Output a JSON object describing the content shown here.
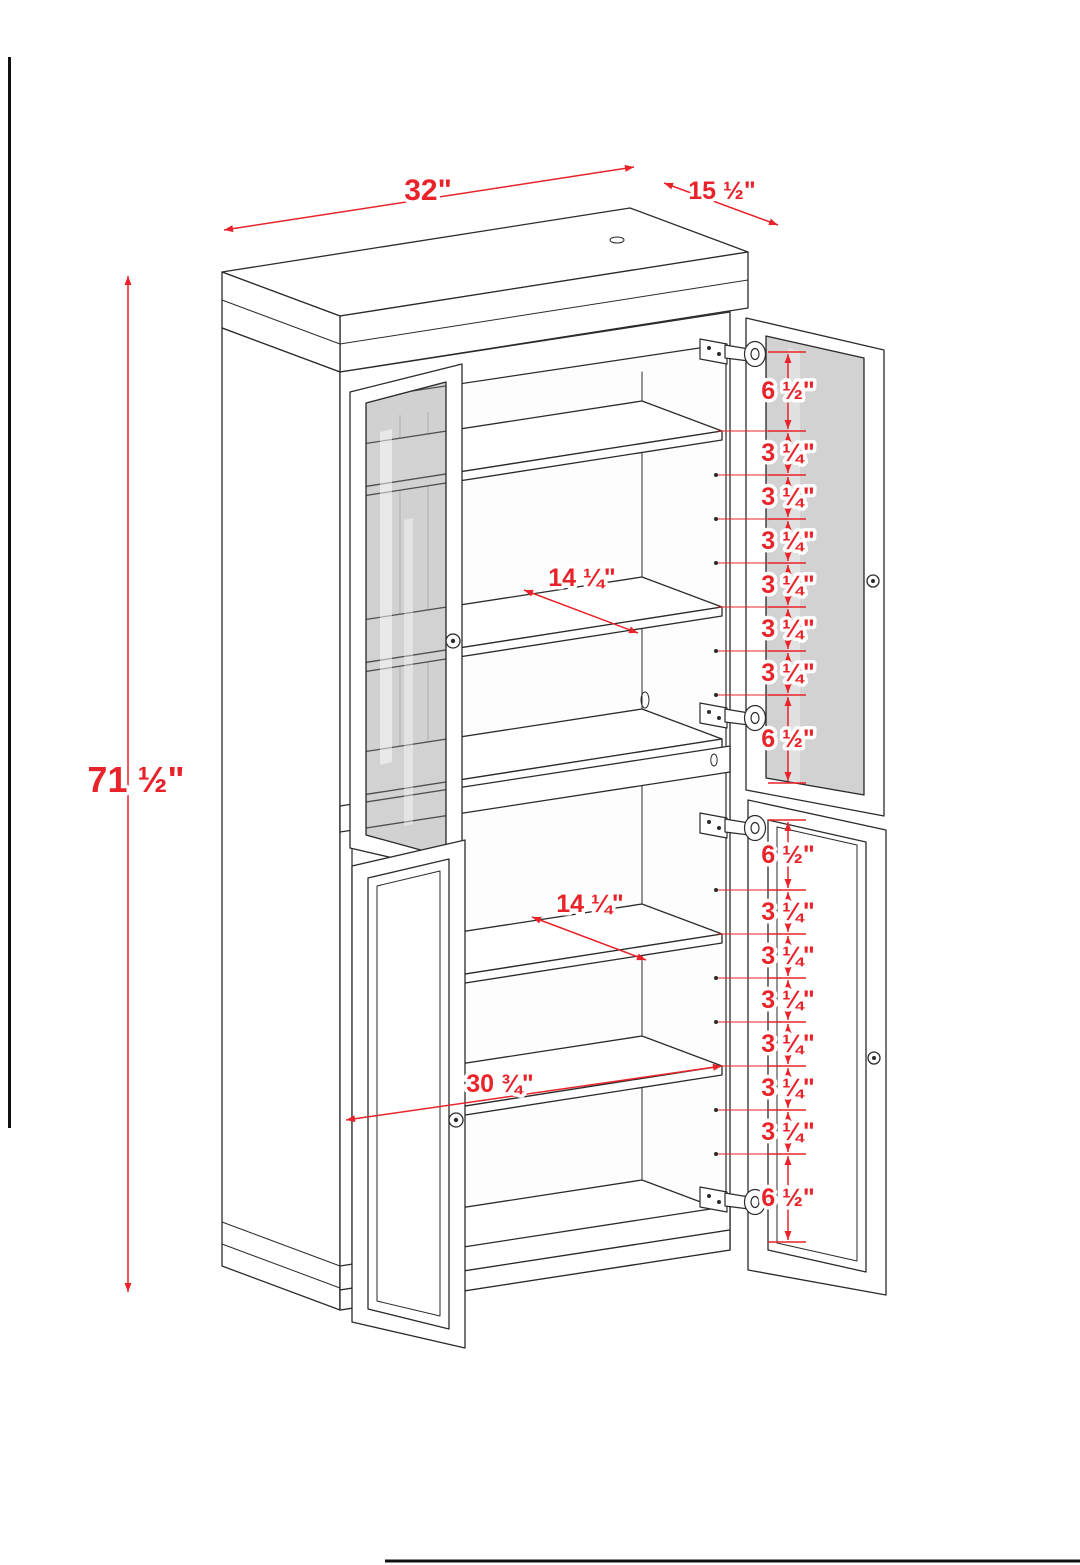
{
  "page": {
    "background": "#ffffff",
    "border_color": "#111111"
  },
  "diagram": {
    "name": "storage-cabinet-dimension-drawing",
    "colors": {
      "line": "#2b2b2b",
      "dimension": "#e8232a",
      "glass": "#8a8a8a"
    },
    "overall": {
      "width": "32\"",
      "depth": "15 ½\"",
      "height": "71 ½\""
    },
    "interior": {
      "shelf_depth_upper": "14 ¼\"",
      "shelf_depth_lower": "14 ¼\"",
      "width": "30 ¾\""
    },
    "upper_spacing": [
      "6 ½\"",
      "3 ¼\"",
      "3 ¼\"",
      "3 ¼\"",
      "3 ¼\"",
      "3 ¼\"",
      "3 ¼\"",
      "6 ½\""
    ],
    "lower_spacing": [
      "6 ½\"",
      "3 ¼\"",
      "3 ¼\"",
      "3 ¼\"",
      "3 ¼\"",
      "3 ¼\"",
      "3 ¼\"",
      "6 ½\""
    ]
  }
}
